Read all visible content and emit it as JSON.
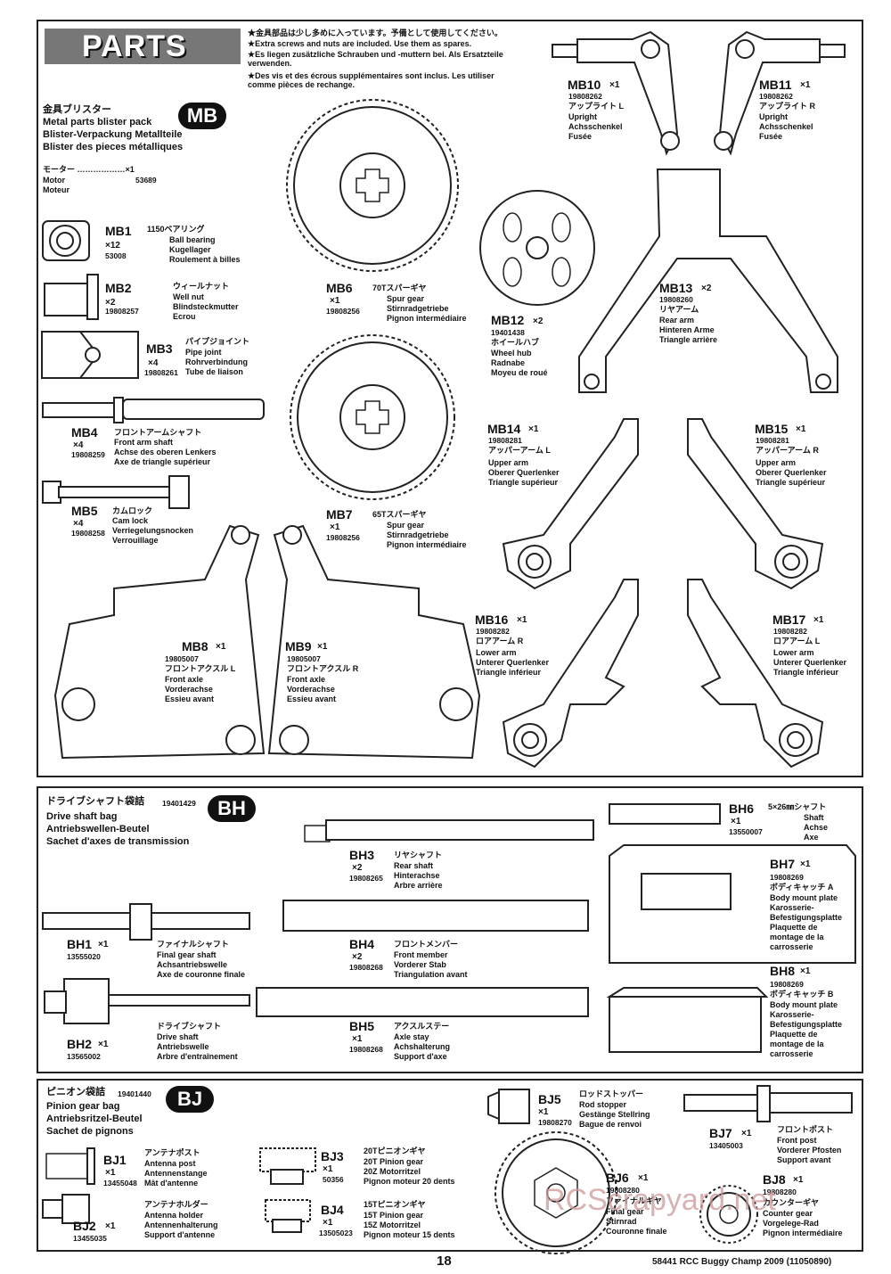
{
  "header": {
    "title": "PARTS",
    "note_jp": "★金具部品は少し多めに入っています。予備として使用してください。",
    "note_en": "★Extra screws and nuts are included. Use them as spares.",
    "note_de": "★Es liegen zusätzliche Schrauben und -muttern bei. Als Ersatzteile verwenden.",
    "note_fr": "★Des vis et des écrous supplémentaires sont inclus. Les utiliser comme pièces de rechange."
  },
  "mb_bag": {
    "badge": "MB",
    "name_jp": "金具ブリスター",
    "name_en": "Metal parts blister pack",
    "name_de": "Blister-Verpackung Metallteile",
    "name_fr": "Blister des pieces métalliques",
    "motor_jp": "モーター ………………×1",
    "motor_en": "Motor",
    "motor_fr": "Moteur",
    "motor_pn": "53689"
  },
  "mb_parts": [
    {
      "code": "MB1",
      "qty": "×12",
      "pn": "53008",
      "jp": "1150ベアリング",
      "en": "Ball bearing",
      "de": "Kugellager",
      "fr": "Roulement à billes"
    },
    {
      "code": "MB2",
      "qty": "×2",
      "pn": "19808257",
      "jp": "ウィールナット",
      "en": "Well nut",
      "de": "Blindsteckmutter",
      "fr": "Ecrou"
    },
    {
      "code": "MB3",
      "qty": "×4",
      "pn": "19808261",
      "jp": "パイプジョイント",
      "en": "Pipe joint",
      "de": "Rohrverbindung",
      "fr": "Tube de liaison"
    },
    {
      "code": "MB4",
      "qty": "×4",
      "pn": "19808259",
      "jp": "フロントアームシャフト",
      "en": "Front arm shaft",
      "de": "Achse des oberen Lenkers",
      "fr": "Axe de triangle supérieur"
    },
    {
      "code": "MB5",
      "qty": "×4",
      "pn": "19808258",
      "jp": "カムロック",
      "en": "Cam lock",
      "de": "Verriegelungsnocken",
      "fr": "Verrouillage"
    },
    {
      "code": "MB6",
      "qty": "×1",
      "pn": "19808256",
      "jp": "70Tスパーギヤ",
      "en": "Spur gear",
      "de": "Stirnradgetriebe",
      "fr": "Pignon intermédiaire"
    },
    {
      "code": "MB7",
      "qty": "×1",
      "pn": "19808256",
      "jp": "65Tスパーギヤ",
      "en": "Spur gear",
      "de": "Stirnradgetriebe",
      "fr": "Pignon intermédiaire"
    },
    {
      "code": "MB8",
      "qty": "×1",
      "pn": "19805007",
      "jp": "フロントアクスル L",
      "en": "Front axle",
      "de": "Vorderachse",
      "fr": "Essieu avant"
    },
    {
      "code": "MB9",
      "qty": "×1",
      "pn": "19805007",
      "jp": "フロントアクスル R",
      "en": "Front axle",
      "de": "Vorderachse",
      "fr": "Essieu avant"
    },
    {
      "code": "MB10",
      "qty": "×1",
      "pn": "19808262",
      "jp": "アップライト L",
      "en": "Upright",
      "de": "Achsschenkel",
      "fr": "Fusée"
    },
    {
      "code": "MB11",
      "qty": "×1",
      "pn": "19808262",
      "jp": "アップライト R",
      "en": "Upright",
      "de": "Achsschenkel",
      "fr": "Fusée"
    },
    {
      "code": "MB12",
      "qty": "×2",
      "pn": "19401438",
      "jp": "ホイールハブ",
      "en": "Wheel hub",
      "de": "Radnabe",
      "fr": "Moyeu de roué"
    },
    {
      "code": "MB13",
      "qty": "×2",
      "pn": "19808260",
      "jp": "リヤアーム",
      "en": "Rear arm",
      "de": "Hinteren Arme",
      "fr": "Triangle arrière"
    },
    {
      "code": "MB14",
      "qty": "×1",
      "pn": "19808281",
      "jp": "アッパーアーム L",
      "en": "Upper arm",
      "de": "Oberer Querlenker",
      "fr": "Triangle supérieur"
    },
    {
      "code": "MB15",
      "qty": "×1",
      "pn": "19808281",
      "jp": "アッパーアーム R",
      "en": "Upper arm",
      "de": "Oberer Querlenker",
      "fr": "Triangle supérieur"
    },
    {
      "code": "MB16",
      "qty": "×1",
      "pn": "19808282",
      "jp": "ロアアーム R",
      "en": "Lower arm",
      "de": "Unterer Querlenker",
      "fr": "Triangle inférieur"
    },
    {
      "code": "MB17",
      "qty": "×1",
      "pn": "19808282",
      "jp": "ロアアーム L",
      "en": "Lower arm",
      "de": "Unterer Querlenker",
      "fr": "Triangle inférieur"
    }
  ],
  "bh_bag": {
    "badge": "BH",
    "name_jp": "ドライブシャフト袋詰",
    "name_pn": "19401429",
    "name_en": "Drive shaft bag",
    "name_de": "Antriebswellen-Beutel",
    "name_fr": "Sachet d'axes de transmission"
  },
  "bh_parts": [
    {
      "code": "BH1",
      "qty": "×1",
      "pn": "13555020",
      "jp": "ファイナルシャフト",
      "l1": "Final gear shaft",
      "l2": "Achsantriebswelle",
      "l3": "Axe de couronne finale"
    },
    {
      "code": "BH2",
      "qty": "×1",
      "pn": "13565002",
      "jp": "ドライブシャフト",
      "l1": "Drive shaft",
      "l2": "Antriebswelle",
      "l3": "Arbre d'entraînement"
    },
    {
      "code": "BH3",
      "qty": "×2",
      "pn": "19808265",
      "jp": "リヤシャフト",
      "l1": "Rear shaft",
      "l2": "Hinterachse",
      "l3": "Arbre arrière"
    },
    {
      "code": "BH4",
      "qty": "×2",
      "pn": "19808268",
      "jp": "フロントメンバー",
      "l1": "Front member",
      "l2": "Vorderer Stab",
      "l3": "Triangulation avant"
    },
    {
      "code": "BH5",
      "qty": "×1",
      "pn": "19808268",
      "jp": "アクスルステー",
      "l1": "Axle stay",
      "l2": "Achshalterung",
      "l3": "Support d'axe"
    },
    {
      "code": "BH6",
      "qty": "×1",
      "pn": "13550007",
      "jp": "5×26㎜シャフト",
      "l1": "Shaft",
      "l2": "Achse",
      "l3": "Axe"
    },
    {
      "code": "BH7",
      "qty": "×1",
      "pn": "19808269",
      "jp": "ボディキャッチ A",
      "l1": "Body mount plate",
      "l2": "Karosserie-",
      "l3": "Befestigungsplatte",
      "l4": "Plaquette de",
      "l5": "montage de la",
      "l6": "carrosserie"
    },
    {
      "code": "BH8",
      "qty": "×1",
      "pn": "19808269",
      "jp": "ボディキャッチ B",
      "l1": "Body mount plate",
      "l2": "Karosserie-",
      "l3": "Befestigungsplatte",
      "l4": "Plaquette de",
      "l5": "montage de la",
      "l6": "carrosserie"
    }
  ],
  "bj_bag": {
    "badge": "BJ",
    "name_jp": "ピニオン袋詰",
    "name_pn": "19401440",
    "name_en": "Pinion gear bag",
    "name_de": "Antriebsritzel-Beutel",
    "name_fr": "Sachet de pignons"
  },
  "bj_parts": [
    {
      "code": "BJ1",
      "qty": "×1",
      "pn": "13455048",
      "jp": "アンテナポスト",
      "l1": "Antenna post",
      "l2": "Antennenstange",
      "l3": "Mât d'antenne"
    },
    {
      "code": "BJ2",
      "qty": "×1",
      "pn": "13455035",
      "jp": "アンテナホルダー",
      "l1": "Antenna holder",
      "l2": "Antennenhalterung",
      "l3": "Support d'antenne"
    },
    {
      "code": "BJ3",
      "qty": "×1",
      "pn": "50356",
      "jp": "20Tピニオンギヤ",
      "l1": "20T Pinion gear",
      "l2": "20Z Motorritzel",
      "l3": "Pignon moteur 20 dents"
    },
    {
      "code": "BJ4",
      "qty": "×1",
      "pn": "13505023",
      "jp": "15Tピニオンギヤ",
      "l1": "15T Pinion gear",
      "l2": "15Z Motorritzel",
      "l3": "Pignon moteur 15 dents"
    },
    {
      "code": "BJ5",
      "qty": "×1",
      "pn": "19808270",
      "jp": "ロッドストッパー",
      "l1": "Rod stopper",
      "l2": "Gestänge Stellring",
      "l3": "Bague de renvoi"
    },
    {
      "code": "BJ6",
      "qty": "×1",
      "pn": "19808280",
      "jp": "ファイナルギヤ",
      "l1": "Final gear",
      "l2": "Stirnrad",
      "l3": "Couronne finale"
    },
    {
      "code": "BJ7",
      "qty": "×1",
      "pn": "13405003",
      "jp": "フロントポスト",
      "l1": "Front post",
      "l2": "Vorderer Pfosten",
      "l3": "Support avant"
    },
    {
      "code": "BJ8",
      "qty": "×1",
      "pn": "19808280",
      "jp": "カウンターギヤ",
      "l1": "Counter gear",
      "l2": "Vorgelege-Rad",
      "l3": "Pignon intermédiaire"
    }
  ],
  "footer": {
    "page_number": "18",
    "doc_ref": "58441 RCC Buggy Champ 2009 (11050890)",
    "watermark": "RCScrapyard.net"
  }
}
